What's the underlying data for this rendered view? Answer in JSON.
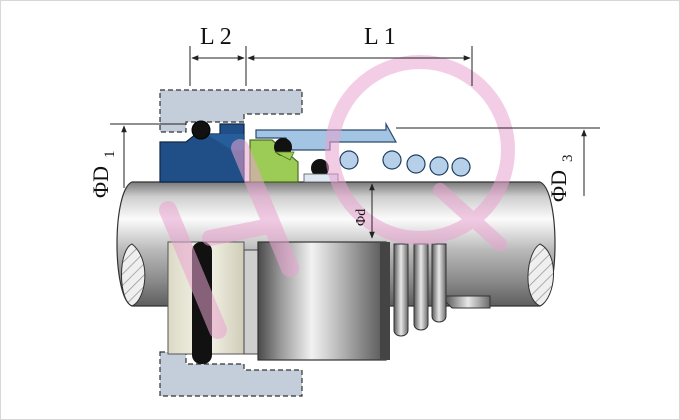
{
  "labels": {
    "l2": "L 2",
    "l1": "L 1",
    "d1": "ΦD",
    "d1_sub": "1",
    "d3": "ΦD",
    "d3_sub": "3",
    "d": "Φd"
  },
  "colors": {
    "frame_border": "#d7d7d7",
    "dim_line": "#222222",
    "gland": "#c4cedb",
    "seal_face": "#1f4f86",
    "seal_face_dark": "#16355e",
    "seat_ring": "#9ccc55",
    "sleeve_top": "#a3c4e2",
    "spring_coil": "#b7d0ea",
    "oring": "#111111",
    "shaft_light": "#f4f4f4",
    "shaft_dark": "#6c6c6c",
    "section_hatch": "#d2d2d2",
    "ring_cream": "#ecebdc",
    "watermark": "#e9a3cf"
  },
  "watermark_text": "HQ"
}
